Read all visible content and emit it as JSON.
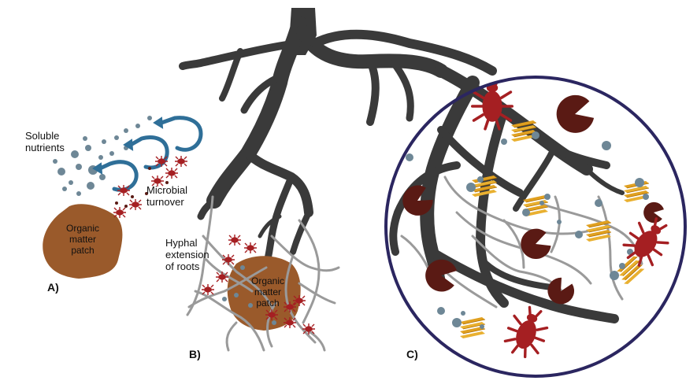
{
  "labels": {
    "soluble_nutrients": [
      "Soluble",
      "nutrients"
    ],
    "microbial_turnover": [
      "Microbial",
      "turnover"
    ],
    "organic_matter_a": [
      "Organic",
      "matter",
      "patch"
    ],
    "organic_matter_b": [
      "Organic",
      "matter",
      "patch"
    ],
    "hyphal_extension": [
      "Hyphal",
      "extension",
      "of roots"
    ],
    "panel_a": "A)",
    "panel_b": "B)",
    "panel_c": "C)"
  },
  "colors": {
    "root": "#3a3a3a",
    "hyphae": "#9a9a9a",
    "organic_matter": "#9a5a2b",
    "microbe": "#a51f22",
    "nutrient_dot": "#6e8796",
    "swirl": "#2f6f98",
    "circle_outline": "#2b2660",
    "pacman": "#5a1a14",
    "mineral": "#e0a020"
  },
  "icons": [
    "microbe-icon",
    "swirl-arrow-icon",
    "nutrient-dot-icon",
    "pacman-particle-icon",
    "clay-mineral-icon"
  ]
}
